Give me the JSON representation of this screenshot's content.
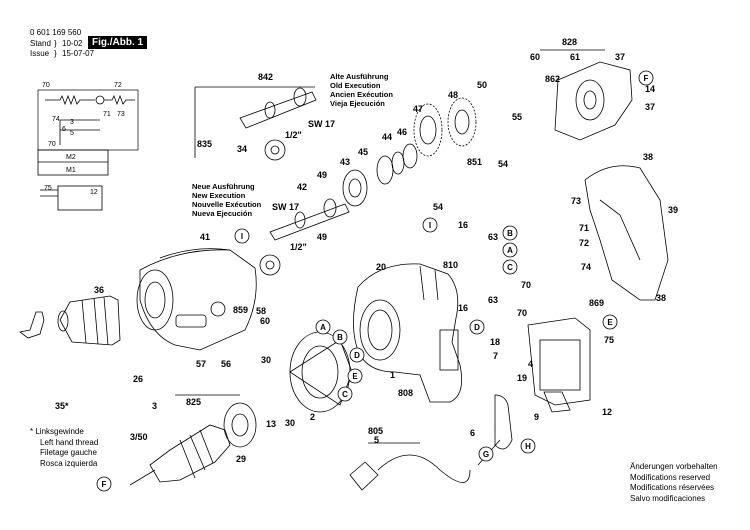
{
  "header": {
    "part_number": "0 601 169 560",
    "stand_label": "Stand",
    "stand_value": "10-02",
    "issue_label": "Issue",
    "issue_value": "15-07-07",
    "figure": "Fig./Abb. 1"
  },
  "old_execution": [
    "Alte Ausführung",
    "Old Execution",
    "Ancien Exécution",
    "Vieja Ejecución"
  ],
  "new_execution": [
    "Neue Ausführung",
    "New Execution",
    "Nouvelle Exécution",
    "Nueva Ejecución"
  ],
  "left_hand_thread": [
    "* Linksgewinde",
    "Left hand thread",
    "Filetage gauche",
    "Rosca izquierda"
  ],
  "changes_reserved": [
    "Änderungen vorbehalten",
    "Modifications reserved",
    "Modifications réservées",
    "Salvo modificaciones"
  ],
  "labels": {
    "l842": "842",
    "l828": "828",
    "l60a": "60",
    "l61": "61",
    "l37a": "37",
    "l37b": "37",
    "l862": "862",
    "l14": "14",
    "l48": "48",
    "l50": "50",
    "l47": "47",
    "l55": "55",
    "l835": "835",
    "l34": "34",
    "sw17a": "SW 17",
    "half_a": "1/2\"",
    "l44": "44",
    "l46": "46",
    "l43": "43",
    "l45": "45",
    "l851": "851",
    "l54a": "54",
    "l38a": "38",
    "l49a": "49",
    "l42": "42",
    "l73": "73",
    "l39": "39",
    "sw17b": "SW 17",
    "half_b": "1/2\"",
    "l49b": "49",
    "l54b": "54",
    "l16a": "16",
    "l63a": "63",
    "l71": "71",
    "l72": "72",
    "l41": "41",
    "l20": "20",
    "l810": "810",
    "l74": "74",
    "l36": "36",
    "l70b": "70",
    "l38b": "38",
    "l63b": "63",
    "l869": "869",
    "l859": "859",
    "l58": "58",
    "l16b": "16",
    "l70c": "70",
    "l60b": "60",
    "l75": "75",
    "l18": "18",
    "l7": "7",
    "l26": "26",
    "l57": "57",
    "l56": "56",
    "l30a": "30",
    "l4": "4",
    "l19": "19",
    "l1": "1",
    "l35": "35*",
    "l825": "825",
    "l2": "2",
    "l808": "808",
    "l3": "3",
    "l350": "3/50",
    "l13": "13",
    "l30b": "30",
    "l9": "9",
    "l12": "12",
    "l6": "6",
    "l29": "29",
    "l805": "805",
    "l5": "5",
    "l70a": "70",
    "l72a": "72",
    "l74a": "74",
    "l3a": "3",
    "l6a": "6",
    "l5a": "5",
    "l71a": "71",
    "l73a": "73",
    "l70d": "70",
    "m2": "M2",
    "m1": "M1",
    "l75a": "75",
    "l12a": "12"
  },
  "callouts": {
    "F_top": "F",
    "F_bot": "F",
    "E_right": "E",
    "E_mid": "E",
    "A_mid": "A",
    "A_right": "A",
    "B_mid": "B",
    "B_right": "B",
    "C_mid": "C",
    "C_right": "C",
    "D_mid": "D",
    "D_right": "D",
    "G": "G",
    "H": "H",
    "I_a": "I",
    "I_b": "I"
  }
}
